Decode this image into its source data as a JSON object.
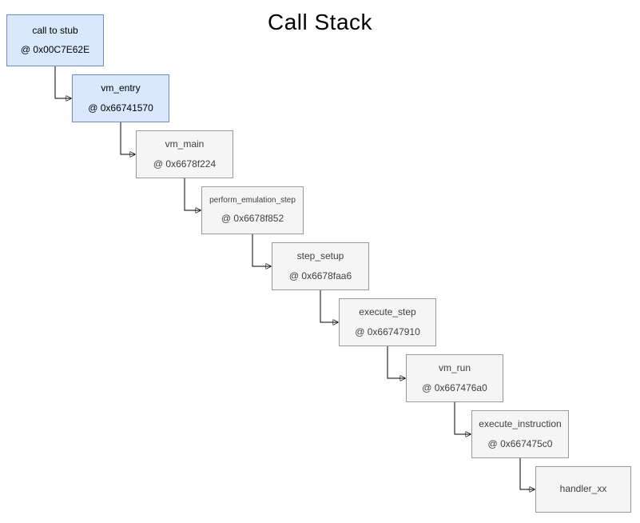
{
  "title": "Call Stack",
  "colors": {
    "highlight_fill": "#dae8fc",
    "highlight_border": "#6c8ebf",
    "default_fill": "#f5f5f5",
    "default_border": "#999999",
    "default_text": "#404040"
  },
  "nodes": [
    {
      "label": "call to stub",
      "address": "@ 0x00C7E62E"
    },
    {
      "label": "vm_entry",
      "address": "@ 0x66741570"
    },
    {
      "label": "vm_main",
      "address": "@ 0x6678f224"
    },
    {
      "label": "perform_emulation_step",
      "address": "@ 0x6678f852"
    },
    {
      "label": "step_setup",
      "address": "@ 0x6678faa6"
    },
    {
      "label": "execute_step",
      "address": "@ 0x66747910"
    },
    {
      "label": "vm_run",
      "address": "@ 0x667476a0"
    },
    {
      "label": "execute_instruction",
      "address": "@ 0x667475c0"
    },
    {
      "label": "handler_xx"
    }
  ]
}
